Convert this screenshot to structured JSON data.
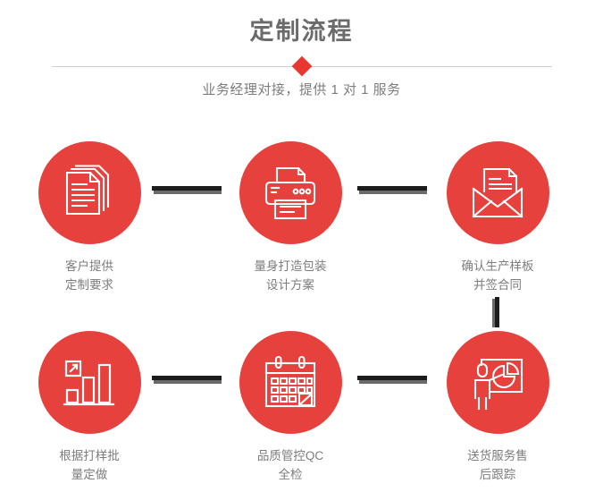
{
  "header": {
    "title": "定制流程",
    "subtitle": "业务经理对接，提供 1 对 1 服务",
    "divider_icon": "diamond-marker"
  },
  "colors": {
    "accent_red": "#e6413c",
    "diamond_red": "#e8382f",
    "title_gray": "#6b6b6b",
    "label_gray": "#7d7d7d",
    "divider_gray": "#cfcfcf",
    "connector_dark": "#1c1c1c",
    "connector_shadow": "#6a6a6a",
    "background": "#ffffff"
  },
  "flow": {
    "steps": [
      {
        "index": 1,
        "icon": "documents-stack-icon",
        "label": "客户提供\n定制要求"
      },
      {
        "index": 2,
        "icon": "printer-icon",
        "label": "量身打造包装\n设计方案"
      },
      {
        "index": 3,
        "icon": "envelope-document-icon",
        "label": "确认生产样板\n并签合同"
      },
      {
        "index": 4,
        "icon": "bar-chart-growth-icon",
        "label": "根据打样批\n量定做"
      },
      {
        "index": 5,
        "icon": "calendar-check-icon",
        "label": "品质管控QC\n全检"
      },
      {
        "index": 6,
        "icon": "presenter-pie-chart-icon",
        "label": "送货服务售\n后跟踪"
      }
    ],
    "connectors": [
      {
        "name": "connector-step1-step2",
        "orientation": "horizontal"
      },
      {
        "name": "connector-step2-step3",
        "orientation": "horizontal"
      },
      {
        "name": "connector-step3-step6",
        "orientation": "vertical"
      },
      {
        "name": "connector-step4-step5",
        "orientation": "horizontal"
      },
      {
        "name": "connector-step5-step6",
        "orientation": "horizontal"
      }
    ]
  }
}
